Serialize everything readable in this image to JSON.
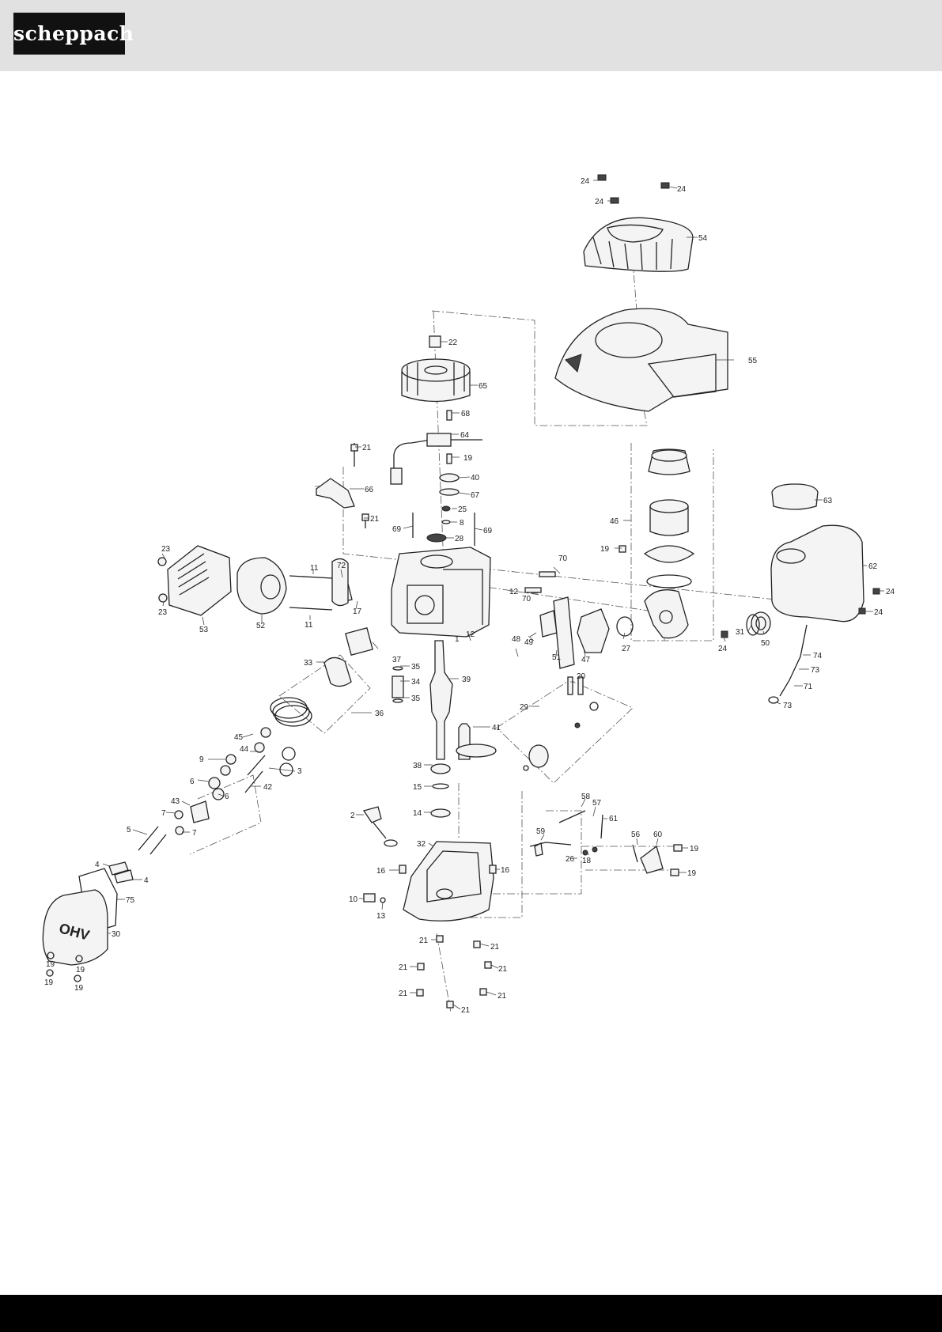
{
  "header": {
    "logo_text": "scheppach"
  },
  "diagram": {
    "callouts": [
      {
        "num": "24"
      },
      {
        "num": "24"
      },
      {
        "num": "24"
      },
      {
        "num": "54"
      },
      {
        "num": "55"
      },
      {
        "num": "22"
      },
      {
        "num": "65"
      },
      {
        "num": "68"
      },
      {
        "num": "64"
      },
      {
        "num": "19"
      },
      {
        "num": "21"
      },
      {
        "num": "66"
      },
      {
        "num": "21"
      },
      {
        "num": "40"
      },
      {
        "num": "67"
      },
      {
        "num": "25"
      },
      {
        "num": "8"
      },
      {
        "num": "28"
      },
      {
        "num": "69"
      },
      {
        "num": "69"
      },
      {
        "num": "46"
      },
      {
        "num": "63"
      },
      {
        "num": "19"
      },
      {
        "num": "70"
      },
      {
        "num": "62"
      },
      {
        "num": "24"
      },
      {
        "num": "24"
      },
      {
        "num": "23"
      },
      {
        "num": "23"
      },
      {
        "num": "53"
      },
      {
        "num": "52"
      },
      {
        "num": "11"
      },
      {
        "num": "11"
      },
      {
        "num": "72"
      },
      {
        "num": "17"
      },
      {
        "num": "12"
      },
      {
        "num": "70"
      },
      {
        "num": "12"
      },
      {
        "num": "1"
      },
      {
        "num": "48"
      },
      {
        "num": "49"
      },
      {
        "num": "51"
      },
      {
        "num": "47"
      },
      {
        "num": "27"
      },
      {
        "num": "24"
      },
      {
        "num": "31"
      },
      {
        "num": "50"
      },
      {
        "num": "74"
      },
      {
        "num": "73"
      },
      {
        "num": "71"
      },
      {
        "num": "73"
      },
      {
        "num": "37"
      },
      {
        "num": "33"
      },
      {
        "num": "35"
      },
      {
        "num": "34"
      },
      {
        "num": "35"
      },
      {
        "num": "39"
      },
      {
        "num": "36"
      },
      {
        "num": "20"
      },
      {
        "num": "29"
      },
      {
        "num": "41"
      },
      {
        "num": "45"
      },
      {
        "num": "44"
      },
      {
        "num": "9"
      },
      {
        "num": "3"
      },
      {
        "num": "6"
      },
      {
        "num": "6"
      },
      {
        "num": "42"
      },
      {
        "num": "38"
      },
      {
        "num": "15"
      },
      {
        "num": "14"
      },
      {
        "num": "43"
      },
      {
        "num": "7"
      },
      {
        "num": "7"
      },
      {
        "num": "5"
      },
      {
        "num": "2"
      },
      {
        "num": "58"
      },
      {
        "num": "57"
      },
      {
        "num": "61"
      },
      {
        "num": "59"
      },
      {
        "num": "56"
      },
      {
        "num": "60"
      },
      {
        "num": "19"
      },
      {
        "num": "32"
      },
      {
        "num": "26"
      },
      {
        "num": "18"
      },
      {
        "num": "19"
      },
      {
        "num": "4"
      },
      {
        "num": "4"
      },
      {
        "num": "16"
      },
      {
        "num": "16"
      },
      {
        "num": "75"
      },
      {
        "num": "10"
      },
      {
        "num": "13"
      },
      {
        "num": "30"
      },
      {
        "num": "21"
      },
      {
        "num": "21"
      },
      {
        "num": "21"
      },
      {
        "num": "21"
      },
      {
        "num": "21"
      },
      {
        "num": "21"
      },
      {
        "num": "21"
      },
      {
        "num": "19"
      },
      {
        "num": "19"
      },
      {
        "num": "19"
      },
      {
        "num": "19"
      }
    ]
  },
  "cover_emboss": "OHV"
}
